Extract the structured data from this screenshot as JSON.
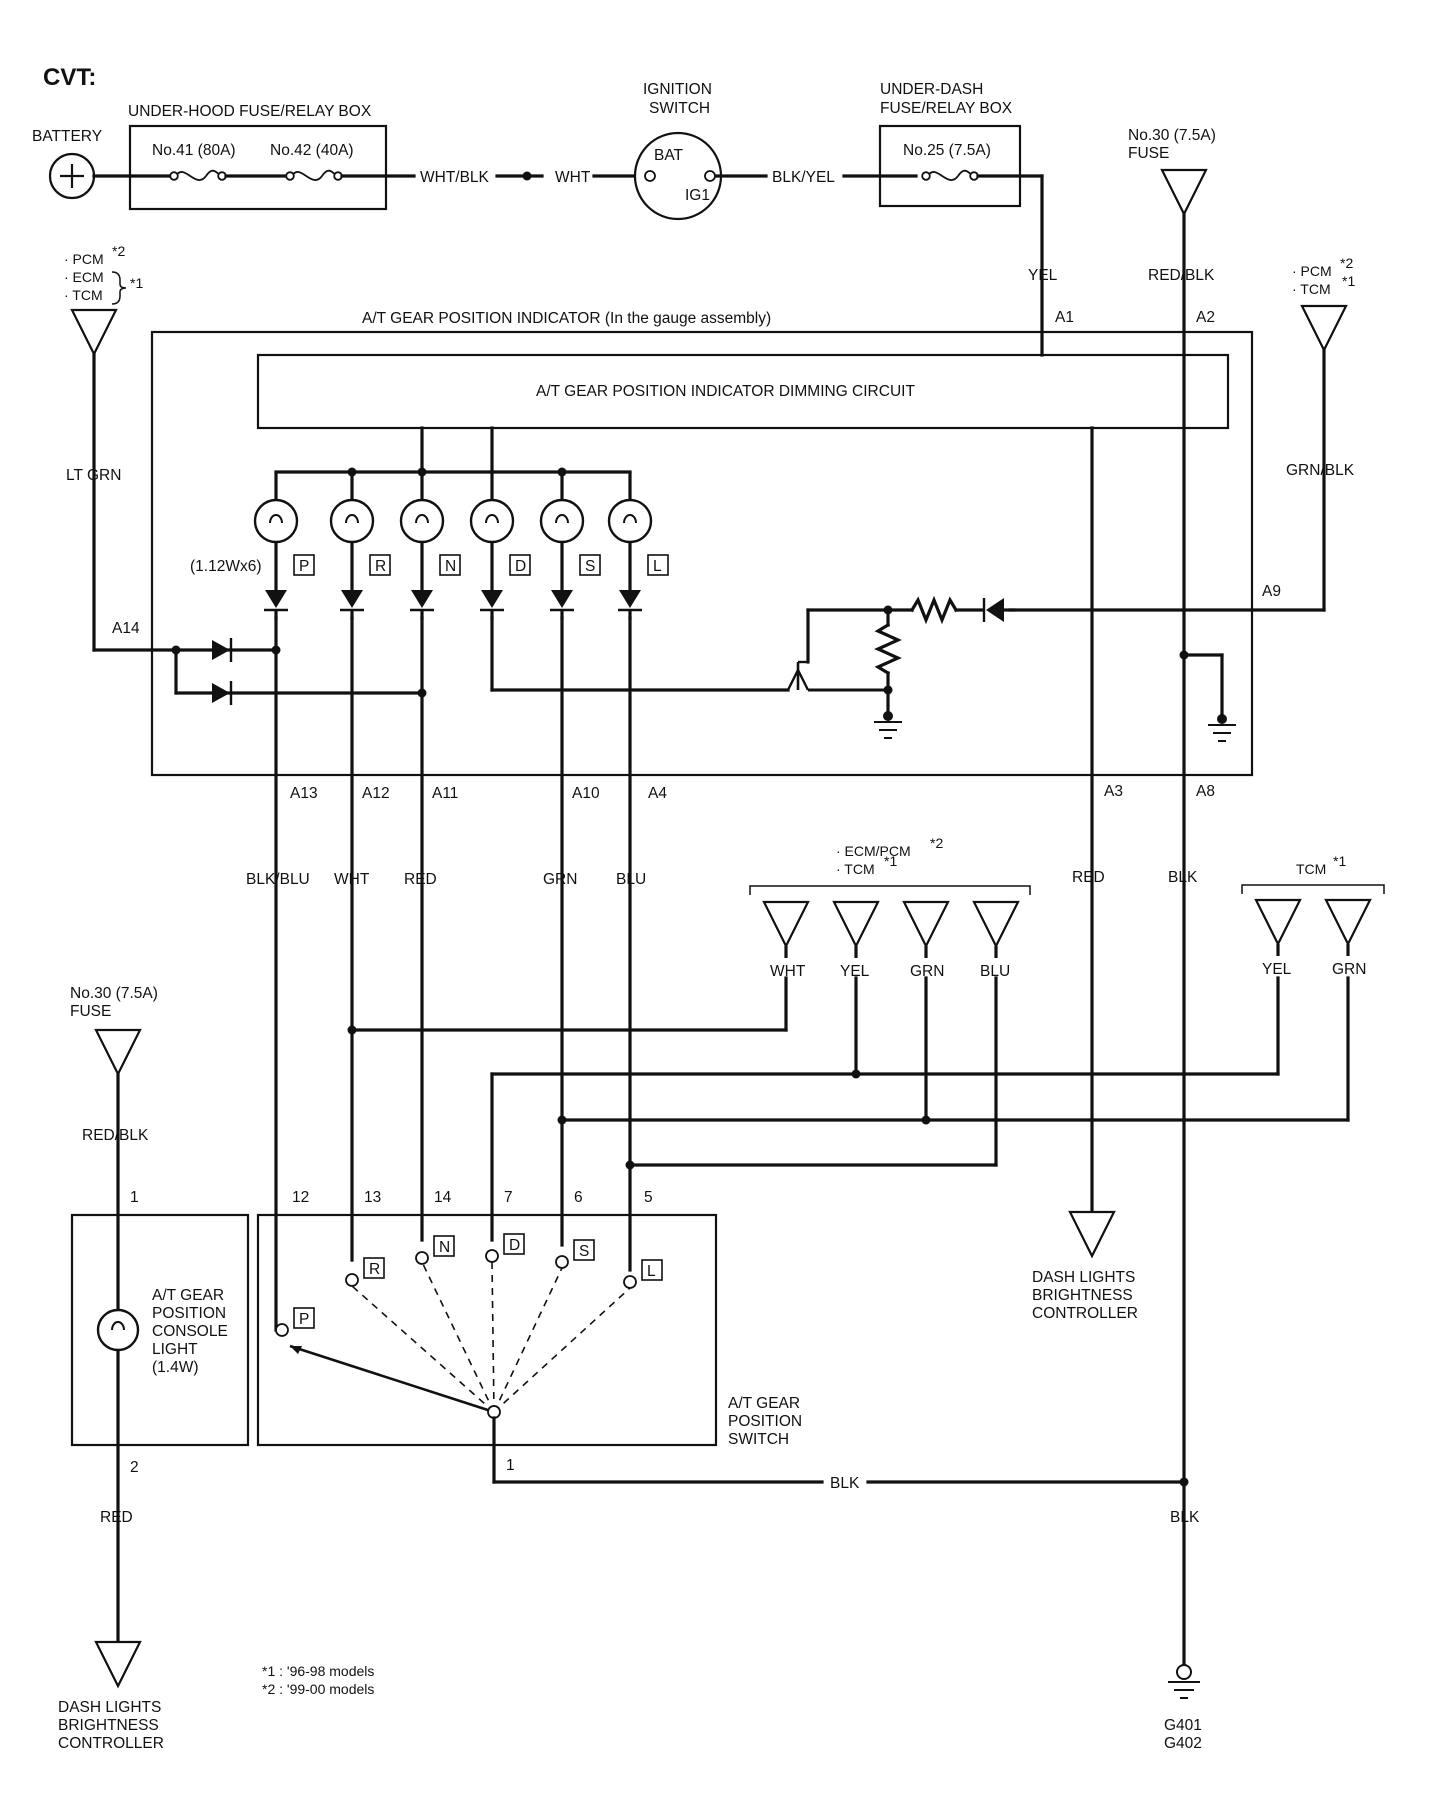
{
  "title": "CVT:",
  "top": {
    "battery": "BATTERY",
    "underhood_box": "UNDER-HOOD FUSE/RELAY BOX",
    "fuse41": "No.41 (80A)",
    "fuse42": "No.42 (40A)",
    "ignition_line1": "IGNITION",
    "ignition_line2": "SWITCH",
    "bat": "BAT",
    "ig1": "IG1",
    "underdash_line1": "UNDER-DASH",
    "underdash_line2": "FUSE/RELAY BOX",
    "fuse25": "No.25 (7.5A)",
    "fuse30_line1": "No.30 (7.5A)",
    "fuse30_line2": "FUSE",
    "wire_wht_blk": "WHT/BLK",
    "wire_wht": "WHT",
    "wire_blk_yel": "BLK/YEL",
    "wire_yel": "YEL",
    "wire_red_blk": "RED/BLK"
  },
  "left_ref": {
    "pcm": "· PCM",
    "pcm_sup": "*2",
    "ecm": "· ECM",
    "tcm": "· TCM",
    "brace_sup": "*1",
    "wire": "LT GRN"
  },
  "right_ref": {
    "pcm": "· PCM",
    "pcm_sup": "*2",
    "tcm": "· TCM",
    "tcm_sup": "*1",
    "wire": "GRN/BLK"
  },
  "indicator": {
    "title": "A/T GEAR POSITION INDICATOR (In the gauge assembly)",
    "dimming": "A/T GEAR POSITION INDICATOR DIMMING CIRCUIT",
    "bulb_rating": "(1.12Wx6)",
    "gears": [
      "P",
      "R",
      "N",
      "D",
      "S",
      "L"
    ]
  },
  "pins": {
    "a1": "A1",
    "a2": "A2",
    "a9": "A9",
    "a14": "A14",
    "a13": "A13",
    "a12": "A12",
    "a11": "A11",
    "a10": "A10",
    "a4": "A4",
    "a3": "A3",
    "a8": "A8"
  },
  "mid_wires": {
    "blk_blu": "BLK/BLU",
    "wht": "WHT",
    "red": "RED",
    "grn": "GRN",
    "blu": "BLU",
    "red2": "RED",
    "blk": "BLK"
  },
  "ecm_group": {
    "line1": "· ECM/PCM",
    "line1_sup": "*2",
    "line2": "· TCM",
    "line2_sup": "*1",
    "wires": [
      "WHT",
      "YEL",
      "GRN",
      "BLU"
    ]
  },
  "tcm_group": {
    "label": "TCM",
    "sup": "*1",
    "wires": [
      "YEL",
      "GRN"
    ]
  },
  "console": {
    "fuse_line1": "No.30 (7.5A)",
    "fuse_line2": "FUSE",
    "wire_top": "RED/BLK",
    "pin_top": "1",
    "pin_bottom": "2",
    "wire_bottom": "RED",
    "light_lines": [
      "A/T GEAR",
      "POSITION",
      "CONSOLE",
      "LIGHT",
      "(1.4W)"
    ],
    "ctrl_lines": [
      "DASH LIGHTS",
      "BRIGHTNESS",
      "CONTROLLER"
    ]
  },
  "switch": {
    "pins": [
      "12",
      "13",
      "14",
      "7",
      "6",
      "5"
    ],
    "common_pin": "1",
    "gears": [
      "P",
      "R",
      "N",
      "D",
      "S",
      "L"
    ],
    "label_lines": [
      "A/T GEAR",
      "POSITION",
      "SWITCH"
    ]
  },
  "bottom": {
    "blk_wire": "BLK",
    "blk_wire2": "BLK",
    "ground_lines": [
      "G401",
      "G402"
    ],
    "ctrl_lines": [
      "DASH LIGHTS",
      "BRIGHTNESS",
      "CONTROLLER"
    ]
  },
  "notes": {
    "n1": "*1  : '96-98 models",
    "n2": "*2  : '99-00 models"
  }
}
